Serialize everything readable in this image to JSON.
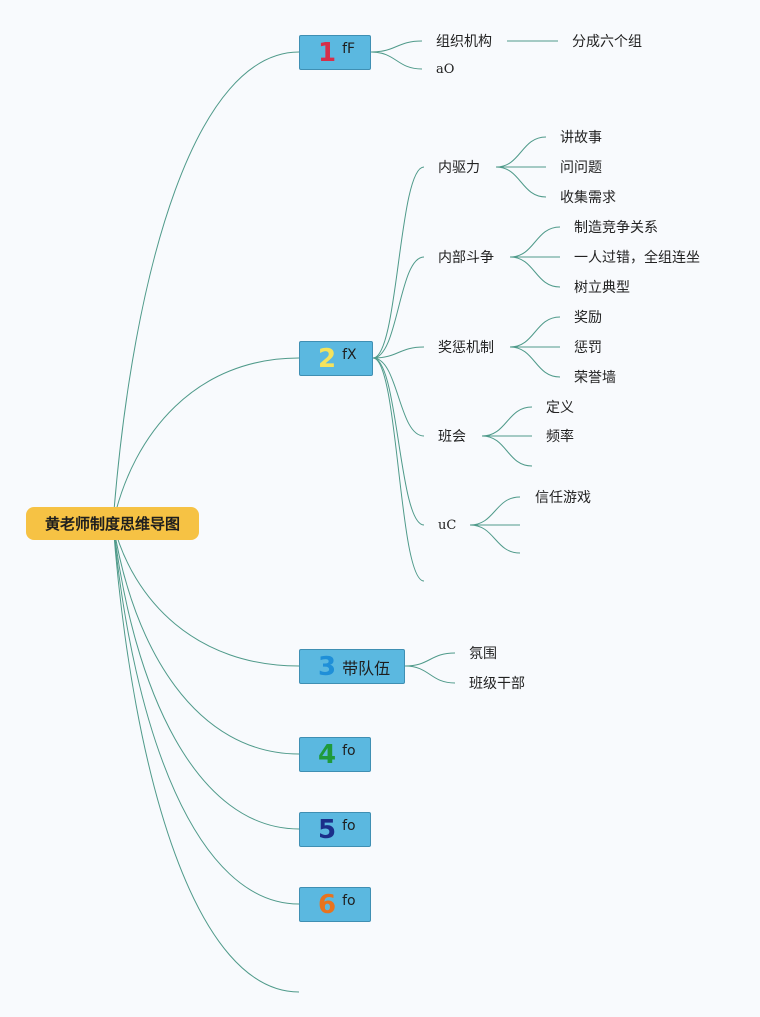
{
  "root": {
    "label": "黄老师制度思维导图"
  },
  "branches": [
    {
      "num": "1",
      "num_color": "#d62f4a",
      "label": "fF",
      "children": [
        {
          "label": "组织机构",
          "children": [
            {
              "label": "分成六个组"
            }
          ]
        },
        {
          "label": "aO",
          "children": []
        }
      ]
    },
    {
      "num": "2",
      "num_color": "#f5e35c",
      "label": "fX",
      "children": [
        {
          "label": "内驱力",
          "children": [
            {
              "label": "讲故事"
            },
            {
              "label": "问问题"
            },
            {
              "label": "收集需求"
            }
          ]
        },
        {
          "label": "内部斗争",
          "children": [
            {
              "label": "制造竞争关系"
            },
            {
              "label": "一人过错，全组连坐"
            },
            {
              "label": "树立典型"
            }
          ]
        },
        {
          "label": "奖惩机制",
          "children": [
            {
              "label": "奖励"
            },
            {
              "label": "惩罚"
            },
            {
              "label": "荣誉墙"
            }
          ]
        },
        {
          "label": "班会",
          "children": [
            {
              "label": "定义"
            },
            {
              "label": "频率"
            },
            {
              "label": ""
            }
          ]
        },
        {
          "label": "uC",
          "children": [
            {
              "label": "信任游戏"
            },
            {
              "label": ""
            },
            {
              "label": ""
            }
          ]
        },
        {
          "label": "",
          "children": []
        }
      ]
    },
    {
      "num": "3",
      "num_color": "#1f8fd8",
      "label": "带队伍",
      "children": [
        {
          "label": "氛围",
          "children": []
        },
        {
          "label": "班级干部",
          "children": []
        }
      ]
    },
    {
      "num": "4",
      "num_color": "#1f9a3a",
      "label": "fo",
      "children": []
    },
    {
      "num": "5",
      "num_color": "#1b2f8a",
      "label": "fo",
      "children": []
    },
    {
      "num": "6",
      "num_color": "#e8731e",
      "label": "fo",
      "children": []
    }
  ],
  "colors": {
    "edge": "#4f9a8a",
    "root_fill": "#f6c244",
    "branch_fill": "#5bb8e0"
  }
}
